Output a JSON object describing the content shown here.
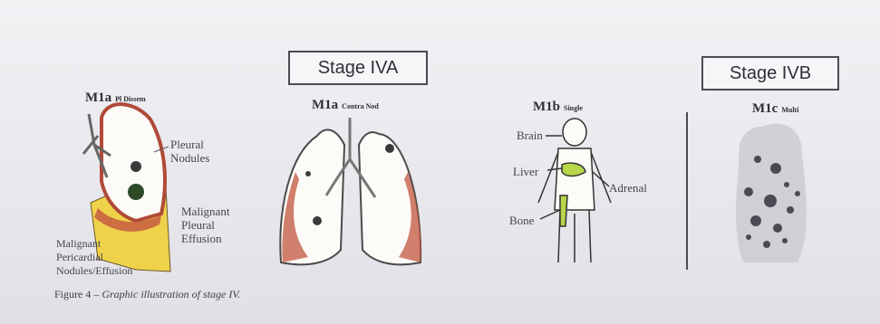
{
  "stages": {
    "iva": "Stage IVA",
    "ivb": "Stage IVB"
  },
  "panels": [
    {
      "main": "M1a",
      "sub": "Pl Dissem"
    },
    {
      "main": "M1a",
      "sub": "Contra Nod"
    },
    {
      "main": "M1b",
      "sub": "Single"
    },
    {
      "main": "M1c",
      "sub": "Multi"
    }
  ],
  "labels": {
    "pleural_nodules": "Pleural\nNodules",
    "malignant_pleural_effusion": "Malignant\nPleural\nEffusion",
    "malignant_pericardial": "Malignant\nPericardial\nNodules/Effusion",
    "brain": "Brain",
    "liver": "Liver",
    "adrenal": "Adrenal",
    "bone": "Bone"
  },
  "caption": {
    "prefix": "Figure 4 – ",
    "text": "Graphic illustration of stage IV."
  },
  "colors": {
    "pleura_red": "#c2553f",
    "effusion_yellow": "#f0d24a",
    "organ_green": "#b7d64a",
    "nodule_dark": "#3a3a3a"
  }
}
